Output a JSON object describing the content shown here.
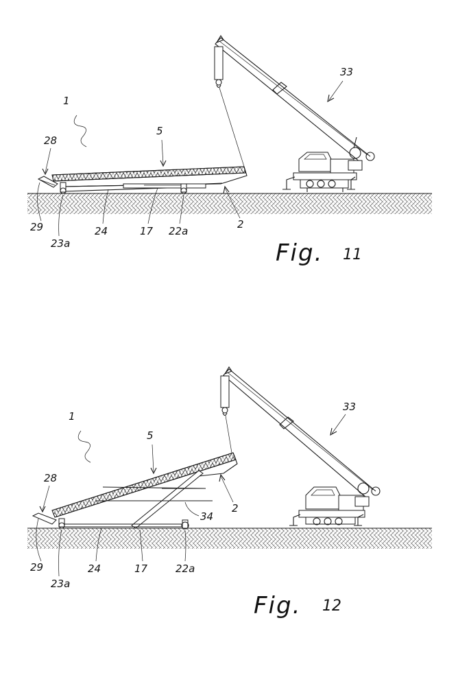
{
  "figures": [
    {
      "caption": "Fig. 11",
      "caption_word": "Fig.",
      "caption_number": "11",
      "labels": {
        "assembly": "1",
        "frame": "2",
        "conveyor": "5",
        "member_17": "17",
        "support_22a": "22a",
        "support_23a": "23a",
        "beam_24": "24",
        "end_28": "28",
        "end_29": "29",
        "crane": "33"
      }
    },
    {
      "caption": "Fig. 12",
      "caption_word": "Fig.",
      "caption_number": "12",
      "labels": {
        "assembly": "1",
        "frame": "2",
        "conveyor": "5",
        "member_17": "17",
        "support_22a": "22a",
        "support_23a": "23a",
        "beam_24": "24",
        "end_28": "28",
        "end_29": "29",
        "crane": "33",
        "strut_34": "34"
      }
    }
  ],
  "colors": {
    "ink": "#1a1a1a",
    "paper": "#ffffff"
  }
}
